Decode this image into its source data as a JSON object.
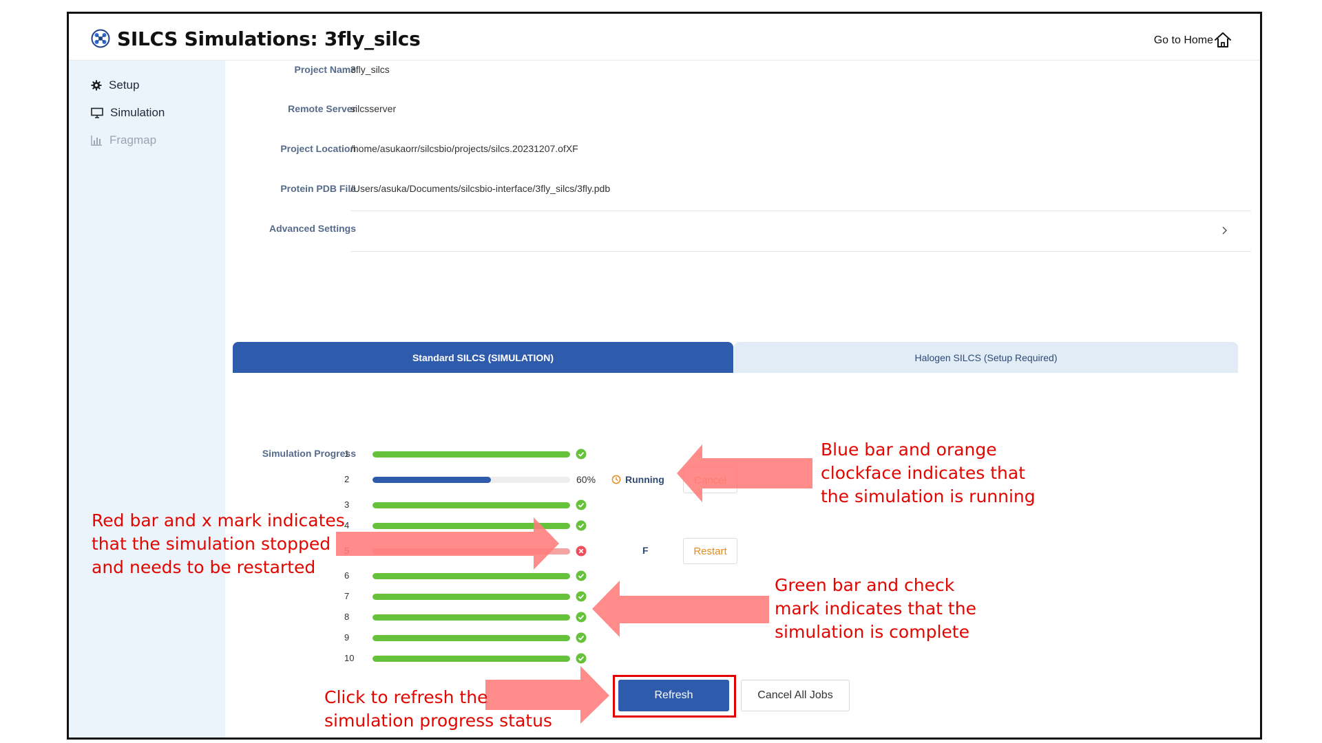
{
  "app": {
    "title": "SILCS Simulations: 3fly_silcs",
    "home_label": "Go to Home"
  },
  "sidebar": {
    "items": [
      {
        "label": "Setup",
        "icon": "gear-icon"
      },
      {
        "label": "Simulation",
        "icon": "monitor-icon"
      },
      {
        "label": "Fragmap",
        "icon": "bar-chart-icon"
      }
    ]
  },
  "fields": [
    {
      "label": "Project Name",
      "value": "3fly_silcs"
    },
    {
      "label": "Remote Server",
      "value": "silcsserver"
    },
    {
      "label": "Project Location",
      "value": "/home/asukaorr/silcsbio/projects/silcs.20231207.ofXF"
    },
    {
      "label": "Protein PDB File",
      "value": "/Users/asuka/Documents/silcsbio-interface/3fly_silcs/3fly.pdb"
    },
    {
      "label": "Advanced Settings",
      "value": ""
    }
  ],
  "tabs": [
    {
      "label": "Standard SILCS (SIMULATION)",
      "active": true
    },
    {
      "label": "Halogen SILCS (Setup Required)",
      "active": false
    }
  ],
  "progress": {
    "label": "Simulation Progress",
    "rows": [
      {
        "num": "1",
        "status": "complete",
        "fraction": 1.0
      },
      {
        "num": "2",
        "status": "running",
        "fraction": 0.6,
        "percent": "60%",
        "status_label": "Running",
        "action": "Cancel"
      },
      {
        "num": "3",
        "status": "complete",
        "fraction": 1.0
      },
      {
        "num": "4",
        "status": "complete",
        "fraction": 1.0
      },
      {
        "num": "5",
        "status": "failed",
        "fraction": 1.0,
        "status_label": "F",
        "action": "Restart"
      },
      {
        "num": "6",
        "status": "complete",
        "fraction": 1.0
      },
      {
        "num": "7",
        "status": "complete",
        "fraction": 1.0
      },
      {
        "num": "8",
        "status": "complete",
        "fraction": 1.0
      },
      {
        "num": "9",
        "status": "complete",
        "fraction": 1.0
      },
      {
        "num": "10",
        "status": "complete",
        "fraction": 1.0
      }
    ]
  },
  "buttons": {
    "refresh": "Refresh",
    "cancel_all": "Cancel All Jobs"
  },
  "annotations": {
    "running": [
      "Blue bar and orange",
      "clockface indicates that",
      "the simulation is running"
    ],
    "failed": [
      "Red bar and x mark indicates",
      "that the simulation stopped",
      "and needs to be restarted"
    ],
    "complete": [
      "Green bar and check",
      "mark indicates that the",
      "simulation is complete"
    ],
    "refresh": [
      "Click to refresh the",
      "simulation progress status"
    ]
  },
  "colors": {
    "complete": "#65c23a",
    "running": "#2f5bad",
    "failed": "#f4a3a3",
    "annotation": "#e10600",
    "arrow": "#ff7b7b"
  }
}
